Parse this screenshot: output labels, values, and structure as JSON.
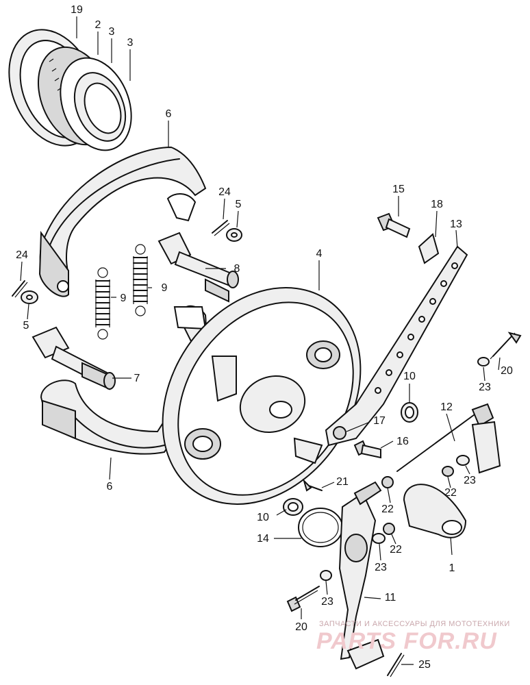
{
  "diagram": {
    "callouts": [
      {
        "id": "c19",
        "text": "19"
      },
      {
        "id": "c2",
        "text": "2"
      },
      {
        "id": "c3a",
        "text": "3"
      },
      {
        "id": "c3b",
        "text": "3"
      },
      {
        "id": "c6a",
        "text": "6"
      },
      {
        "id": "c24a",
        "text": "24"
      },
      {
        "id": "c5a",
        "text": "5"
      },
      {
        "id": "c8",
        "text": "8"
      },
      {
        "id": "c24b",
        "text": "24"
      },
      {
        "id": "c9a",
        "text": "9"
      },
      {
        "id": "c9b",
        "text": "9"
      },
      {
        "id": "c5b",
        "text": "5"
      },
      {
        "id": "c7",
        "text": "7"
      },
      {
        "id": "c6b",
        "text": "6"
      },
      {
        "id": "c4",
        "text": "4"
      },
      {
        "id": "c15",
        "text": "15"
      },
      {
        "id": "c18",
        "text": "18"
      },
      {
        "id": "c13",
        "text": "13"
      },
      {
        "id": "c10a",
        "text": "10"
      },
      {
        "id": "c20a",
        "text": "20"
      },
      {
        "id": "c23a",
        "text": "23"
      },
      {
        "id": "c12",
        "text": "12"
      },
      {
        "id": "c17",
        "text": "17"
      },
      {
        "id": "c16",
        "text": "16"
      },
      {
        "id": "c22a",
        "text": "22"
      },
      {
        "id": "c23b",
        "text": "23"
      },
      {
        "id": "c21",
        "text": "21"
      },
      {
        "id": "c22b",
        "text": "22"
      },
      {
        "id": "c10b",
        "text": "10"
      },
      {
        "id": "c14",
        "text": "14"
      },
      {
        "id": "c22c",
        "text": "22"
      },
      {
        "id": "c23c",
        "text": "23"
      },
      {
        "id": "c1",
        "text": "1"
      },
      {
        "id": "c23d",
        "text": "23"
      },
      {
        "id": "c11",
        "text": "11"
      },
      {
        "id": "c20b",
        "text": "20"
      },
      {
        "id": "c25",
        "text": "25"
      }
    ]
  },
  "watermark": {
    "caption": "ЗАПЧАСТИ И АКСЕССУАРЫ ДЛЯ МОТОТЕХНИКИ",
    "logo": "PARTS FOR.RU",
    "color": "#f0c9cd"
  }
}
